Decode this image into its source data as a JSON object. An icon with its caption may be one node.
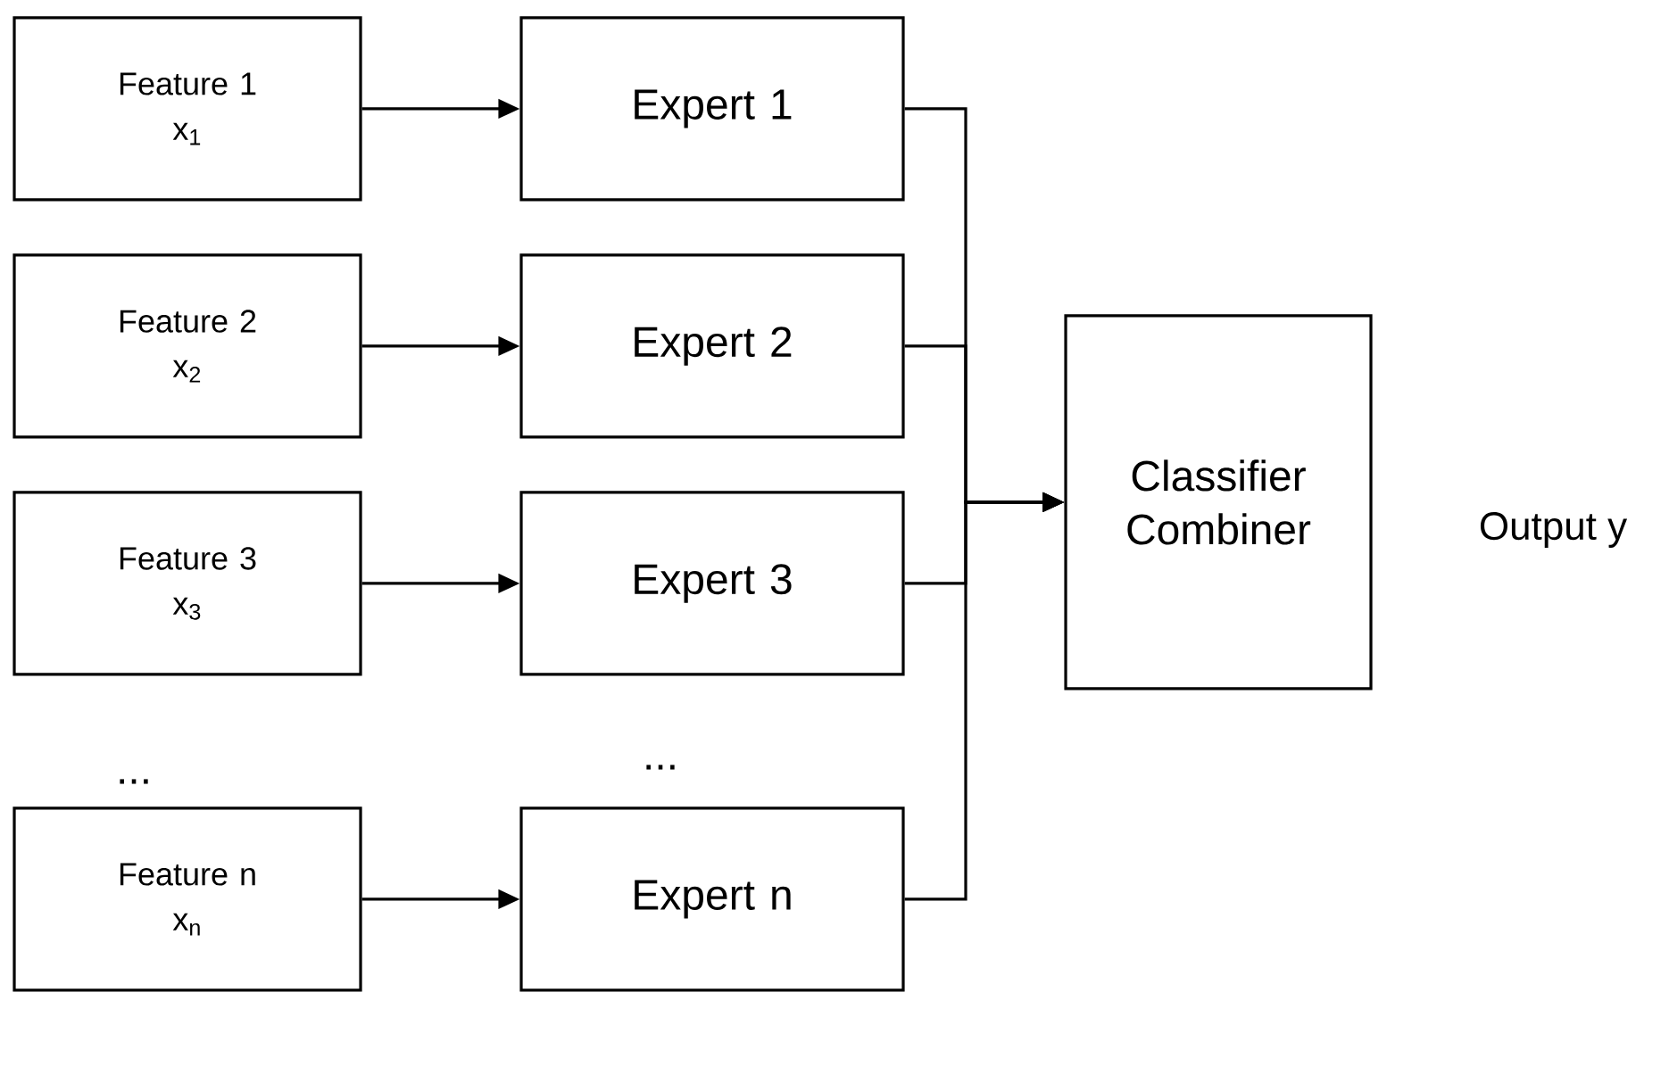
{
  "diagram": {
    "nodes": [
      {
        "text": [
          "Feature 1",
          "x$_{1}$"
        ]
      },
      {
        "text": [
          "Expert 1"
        ]
      },
      {
        "text": [
          "Feature 2",
          "x$_{2}$"
        ]
      },
      {
        "text": [
          "Expert 2"
        ]
      },
      {
        "text": [
          "Feature 3",
          "x$_{3}$"
        ]
      },
      {
        "text": [
          "Expert 3"
        ]
      },
      {
        "text": [
          "Feature n",
          "x$_{n}$"
        ]
      },
      {
        "text": [
          "Expert n"
        ]
      },
      {
        "text": [
          "Classifier Combiner"
        ]
      }
    ],
    "edges": [
      {
        "from": 0,
        "to": 1,
        "arrow": "to"
      },
      {
        "from": 2,
        "to": 3,
        "arrow": "to"
      },
      {
        "from": 4,
        "to": 5,
        "arrow": "to"
      },
      {
        "from": 6,
        "to": 7,
        "arrow": "to"
      },
      {
        "from": 1,
        "to": 8,
        "arrow": "to"
      },
      {
        "from": 3,
        "to": 8,
        "arrow": "to"
      },
      {
        "from": 5,
        "to": 8,
        "arrow": "to"
      },
      {
        "from": 7,
        "to": 8,
        "arrow": "to"
      }
    ],
    "labels": [
      "Output y",
      "...",
      "..."
    ]
  }
}
